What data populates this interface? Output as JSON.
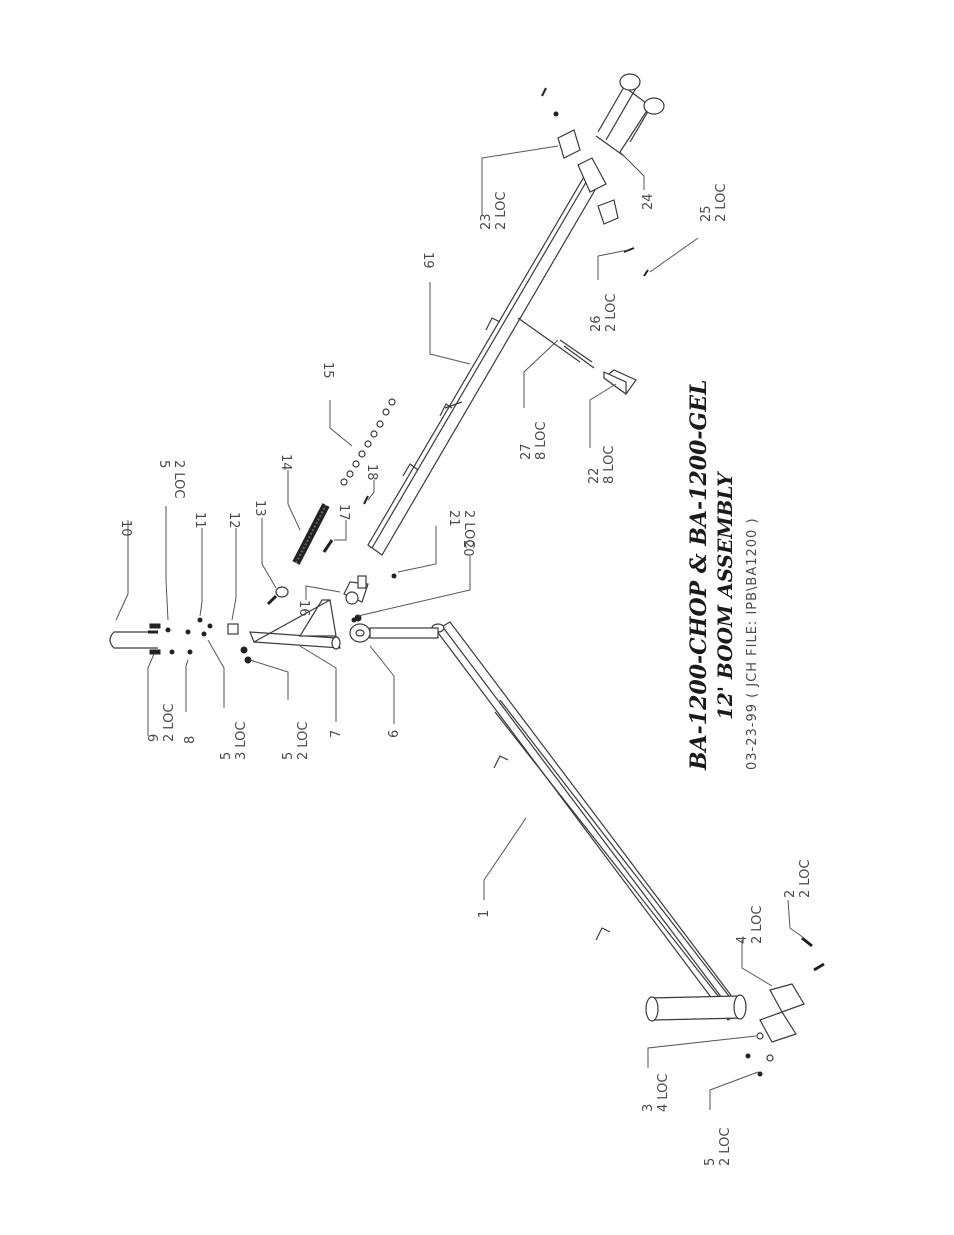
{
  "title_block": {
    "line1": "BA-1200-CHOP & BA-1200-GEL",
    "line2": "12'  BOOM ASSEMBLY",
    "line3": "03-23-99   ( JCH FILE: IPB\\BA1200 )"
  },
  "callouts": [
    {
      "id": "c10",
      "number": "10",
      "qty": ""
    },
    {
      "id": "c5a",
      "number": "5",
      "qty": "2 LOC"
    },
    {
      "id": "c11",
      "number": "11",
      "qty": ""
    },
    {
      "id": "c12",
      "number": "12",
      "qty": ""
    },
    {
      "id": "c13",
      "number": "13",
      "qty": ""
    },
    {
      "id": "c14",
      "number": "14",
      "qty": ""
    },
    {
      "id": "c15",
      "number": "15",
      "qty": ""
    },
    {
      "id": "c18",
      "number": "18",
      "qty": ""
    },
    {
      "id": "c17",
      "number": "17",
      "qty": ""
    },
    {
      "id": "c16",
      "number": "16",
      "qty": ""
    },
    {
      "id": "c21",
      "number": "21",
      "qty": "2 LOC"
    },
    {
      "id": "c20",
      "number": "20",
      "qty": ""
    },
    {
      "id": "c9",
      "number": "9",
      "qty": "2 LOC"
    },
    {
      "id": "c8",
      "number": "8",
      "qty": ""
    },
    {
      "id": "c5b",
      "number": "5",
      "qty": "3 LOC"
    },
    {
      "id": "c5c",
      "number": "5",
      "qty": "2 LOC"
    },
    {
      "id": "c7",
      "number": "7",
      "qty": ""
    },
    {
      "id": "c6",
      "number": "6",
      "qty": ""
    },
    {
      "id": "c19",
      "number": "19",
      "qty": ""
    },
    {
      "id": "c23",
      "number": "23",
      "qty": "2 LOC"
    },
    {
      "id": "c24",
      "number": "24",
      "qty": ""
    },
    {
      "id": "c25",
      "number": "25",
      "qty": "2 LOC"
    },
    {
      "id": "c26",
      "number": "26",
      "qty": "2 LOC"
    },
    {
      "id": "c27",
      "number": "27",
      "qty": "8 LOC"
    },
    {
      "id": "c22",
      "number": "22",
      "qty": "8 LOC"
    },
    {
      "id": "c1",
      "number": "1",
      "qty": ""
    },
    {
      "id": "c4",
      "number": "4",
      "qty": "2 LOC"
    },
    {
      "id": "c2",
      "number": "2",
      "qty": "2 LOC"
    },
    {
      "id": "c3",
      "number": "3",
      "qty": "4 LOC"
    },
    {
      "id": "c5d",
      "number": "5",
      "qty": "2 LOC"
    }
  ]
}
